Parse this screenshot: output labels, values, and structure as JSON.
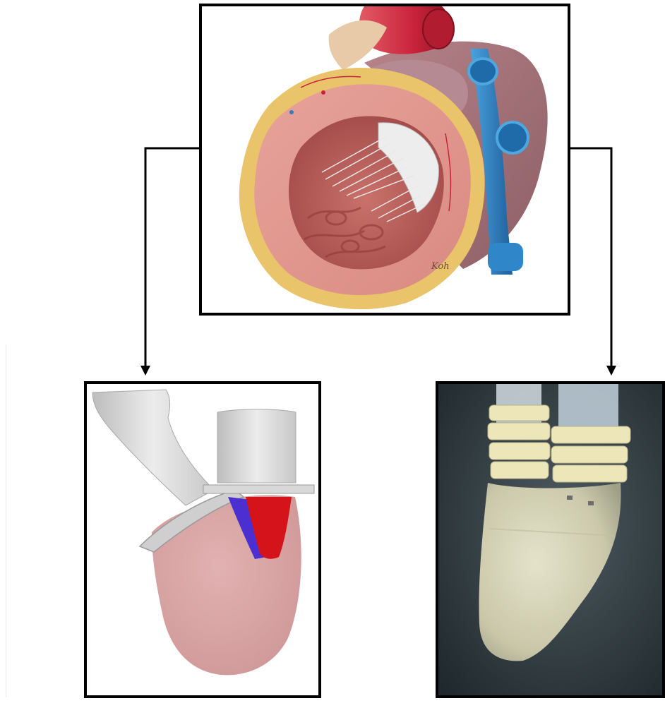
{
  "figure": {
    "top_panel": {
      "content": "heart-cutaway-illustration",
      "signature": "Koh"
    },
    "left_panel": {
      "content": "cad-model-ventricle"
    },
    "right_panel": {
      "content": "soft-robotic-ventricle-photo"
    }
  },
  "colors": {
    "frame": "#000000",
    "connector": "#000000",
    "myocardium": "#d9928a",
    "fat": "#e9c46a",
    "aorta_red": "#c8233a",
    "vein_blue": "#2f7fc1",
    "atrium": "#a8747a",
    "chordae": "#e8e8e8",
    "cad_gray": "#dcdcdc",
    "cad_ventricle": "#dba5a5",
    "cad_red": "#d4141a",
    "cad_blue": "#4b2fd0",
    "photo_bg": "#2f3a40",
    "silicone": "#e9e6c9"
  }
}
